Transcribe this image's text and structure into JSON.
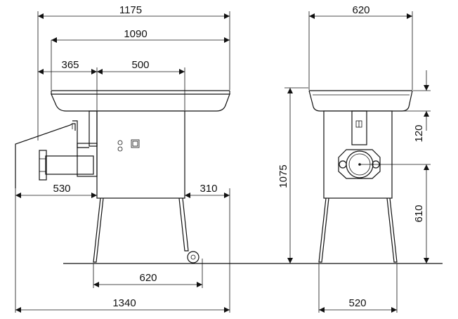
{
  "dimensions": {
    "front_overall_width": "1175",
    "front_tray_width": "1090",
    "front_left_offset": "365",
    "front_body_width": "500",
    "front_outlet_reach": "530",
    "front_right_overhang": "310",
    "front_leg_spacing": "620",
    "front_total_depth": "1340",
    "side_tray_width": "620",
    "side_total_height": "1075",
    "side_upper_offset": "120",
    "side_outlet_height": "610",
    "side_leg_spacing": "520"
  }
}
